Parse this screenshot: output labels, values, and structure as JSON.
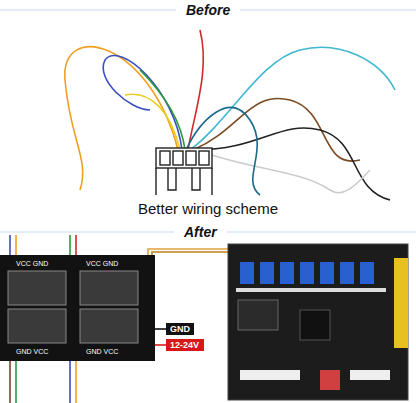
{
  "diagram": {
    "nodes": [
      {
        "text": [
          "VCC GND",
          "VCC GND",
          "GND VCC",
          "GND VCC"
        ]
      },
      {
        "text": [
          "GND"
        ]
      },
      {
        "text": [
          "12-24V"
        ]
      }
    ],
    "edges": [
      {
        "from": 0,
        "to": 1,
        "arrow": "none"
      },
      {
        "from": 0,
        "to": 2,
        "arrow": "none"
      }
    ],
    "labels": [
      "Before",
      "Better wiring scheme",
      "After"
    ]
  }
}
